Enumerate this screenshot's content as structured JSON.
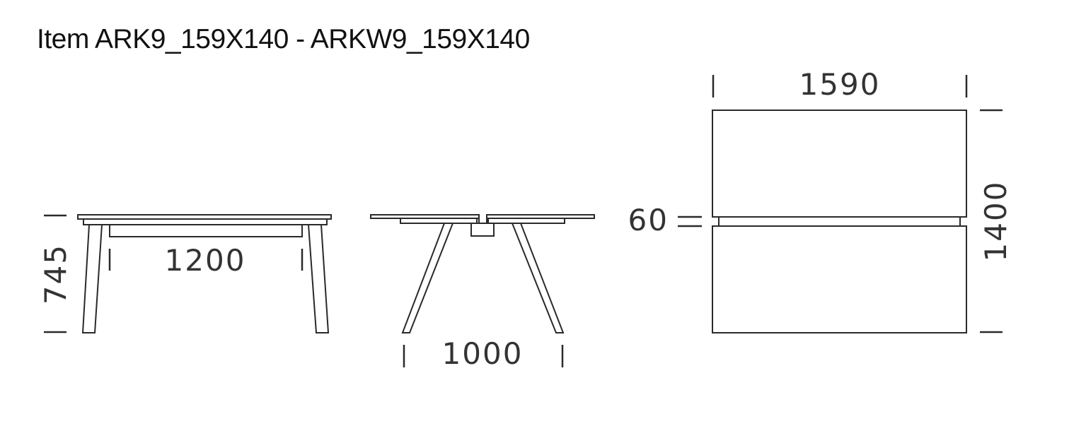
{
  "title": "Item ARK9_159X140 - ARKW9_159X140",
  "dimensions": {
    "height": "745",
    "length_inner": "1200",
    "width_inner": "1000",
    "length_total": "1590",
    "width_total": "1400",
    "gap": "60"
  }
}
